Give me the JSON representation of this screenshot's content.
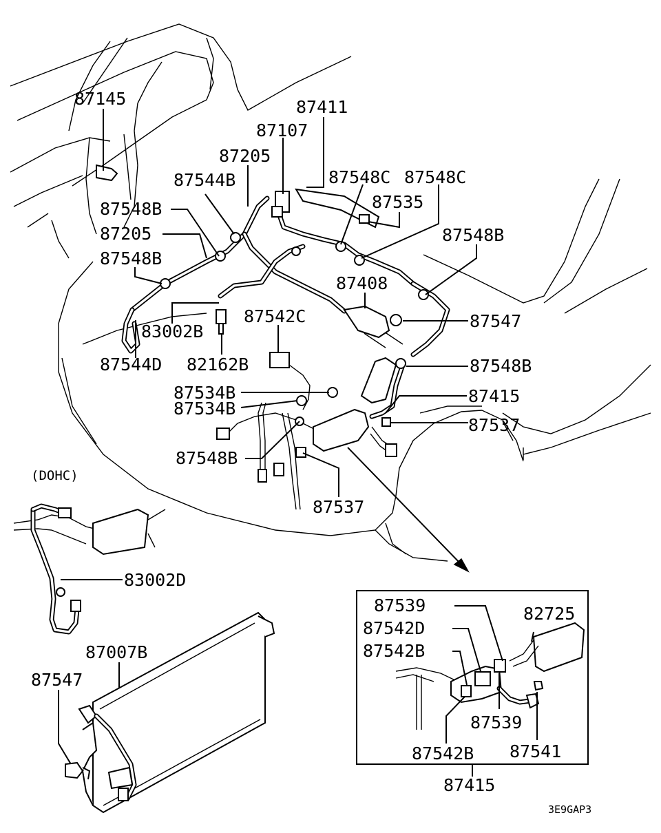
{
  "labels": {
    "p87145": "87145",
    "p87411": "87411",
    "p87107": "87107",
    "p87205_top": "87205",
    "p87544B": "87544B",
    "p87548C_1": "87548C",
    "p87548C_2": "87548C",
    "p87535": "87535",
    "p87548B_left1": "87548B",
    "p87205_left": "87205",
    "p87548B_left2": "87548B",
    "p87548B_right": "87548B",
    "p87408": "87408",
    "p87547_top": "87547",
    "p83002B": "83002B",
    "p87542C": "87542C",
    "p87544D": "87544D",
    "p82162B": "82162B",
    "p87548B_mid": "87548B",
    "p87534B_1": "87534B",
    "p87415_main": "87415",
    "p87534B_2": "87534B",
    "p87537_right": "87537",
    "p87548B_low": "87548B",
    "p87537_low": "87537",
    "p83002D": "83002D",
    "p87007B": "87007B",
    "p87547_bottom": "87547"
  },
  "dohc_label": "(DOHC)",
  "inset": {
    "p87539_top": "87539",
    "p82725": "82725",
    "p87542D": "87542D",
    "p87542B_left": "87542B",
    "p87539_bottom": "87539",
    "p87542B_bottom": "87542B",
    "p87541": "87541",
    "title": "87415"
  },
  "diagram_code": "3E9GAP3"
}
